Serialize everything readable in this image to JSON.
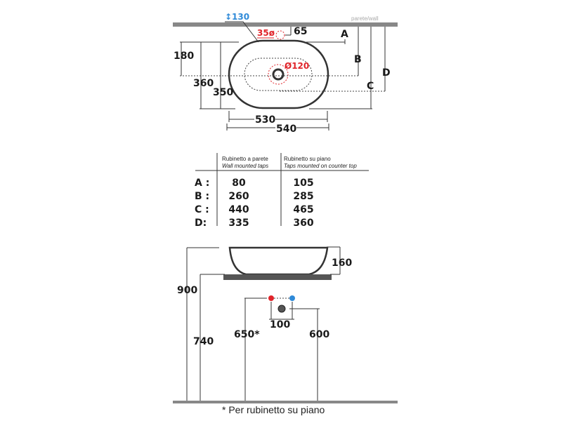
{
  "top_view": {
    "wall_label": "parete/wall",
    "tap_height": "↕130",
    "tap_hole": "35ø",
    "dim_65": "65",
    "drain": "Ø120",
    "dim_180": "180",
    "dim_360": "360",
    "dim_350": "350",
    "dim_530": "530",
    "dim_540": "540",
    "label_a": "A",
    "label_b": "B",
    "label_c": "C",
    "label_d": "D"
  },
  "table": {
    "col1_title": "Rubinetto a parete",
    "col1_subtitle": "Wall mounted taps",
    "col2_title": "Rubinetto su piano",
    "col2_subtitle": "Taps mounted on counter top",
    "rows": [
      {
        "label": "A :",
        "wall": "80",
        "counter": "105"
      },
      {
        "label": "B :",
        "wall": "260",
        "counter": "285"
      },
      {
        "label": "C :",
        "wall": "440",
        "counter": "465"
      },
      {
        "label": "D:",
        "wall": "335",
        "counter": "360"
      }
    ]
  },
  "side_view": {
    "dim_900": "900",
    "dim_740": "740",
    "dim_160": "160",
    "dim_650": "650*",
    "dim_600": "600",
    "dim_100": "100",
    "footnote": "* Per rubinetto su piano"
  },
  "colors": {
    "hot": "#e0242a",
    "cold": "#2f8ad8",
    "wall": "#888888"
  }
}
